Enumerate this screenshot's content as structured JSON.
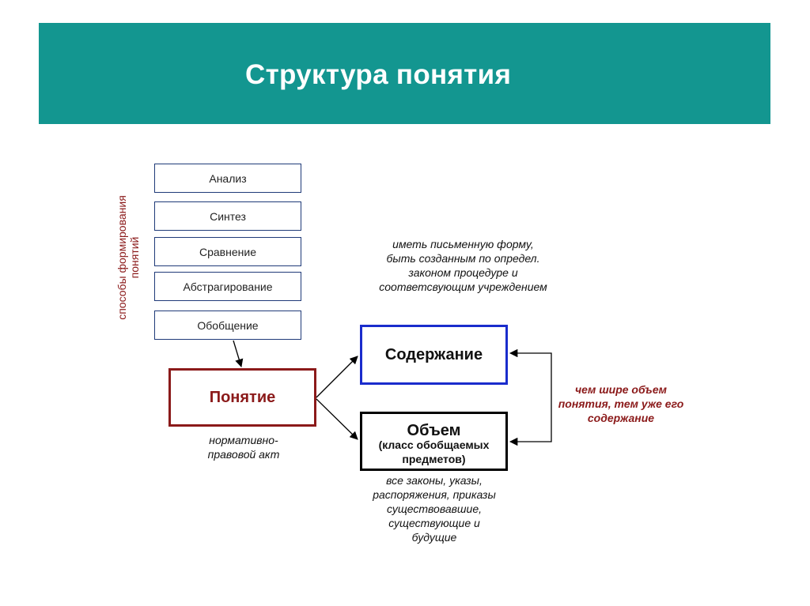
{
  "header": {
    "title": "Структура понятия"
  },
  "methods": {
    "side_label": "способы формирования понятий",
    "items": [
      "Анализ",
      "Синтез",
      "Сравнение",
      "Абстрагирование",
      "Обобщение"
    ]
  },
  "concept": {
    "label": "Понятие",
    "note": "нормативно-правовой акт"
  },
  "content": {
    "label": "Содержание",
    "note": "иметь письменную форму, быть созданным по определ. законом процедуре и соответсвующим учреждением"
  },
  "volume": {
    "label": "Объем",
    "label_note": "(класс обобщаемых предметов)",
    "note": "все законы, указы, распоряжения, приказы существовавшие, существующие и будущие"
  },
  "relation": {
    "text": "чем шире объем понятия, тем уже его содержание"
  },
  "colors": {
    "header_bg": "#139690",
    "accent_red": "#8b1a1a",
    "accent_blue": "#1a2ccc"
  }
}
